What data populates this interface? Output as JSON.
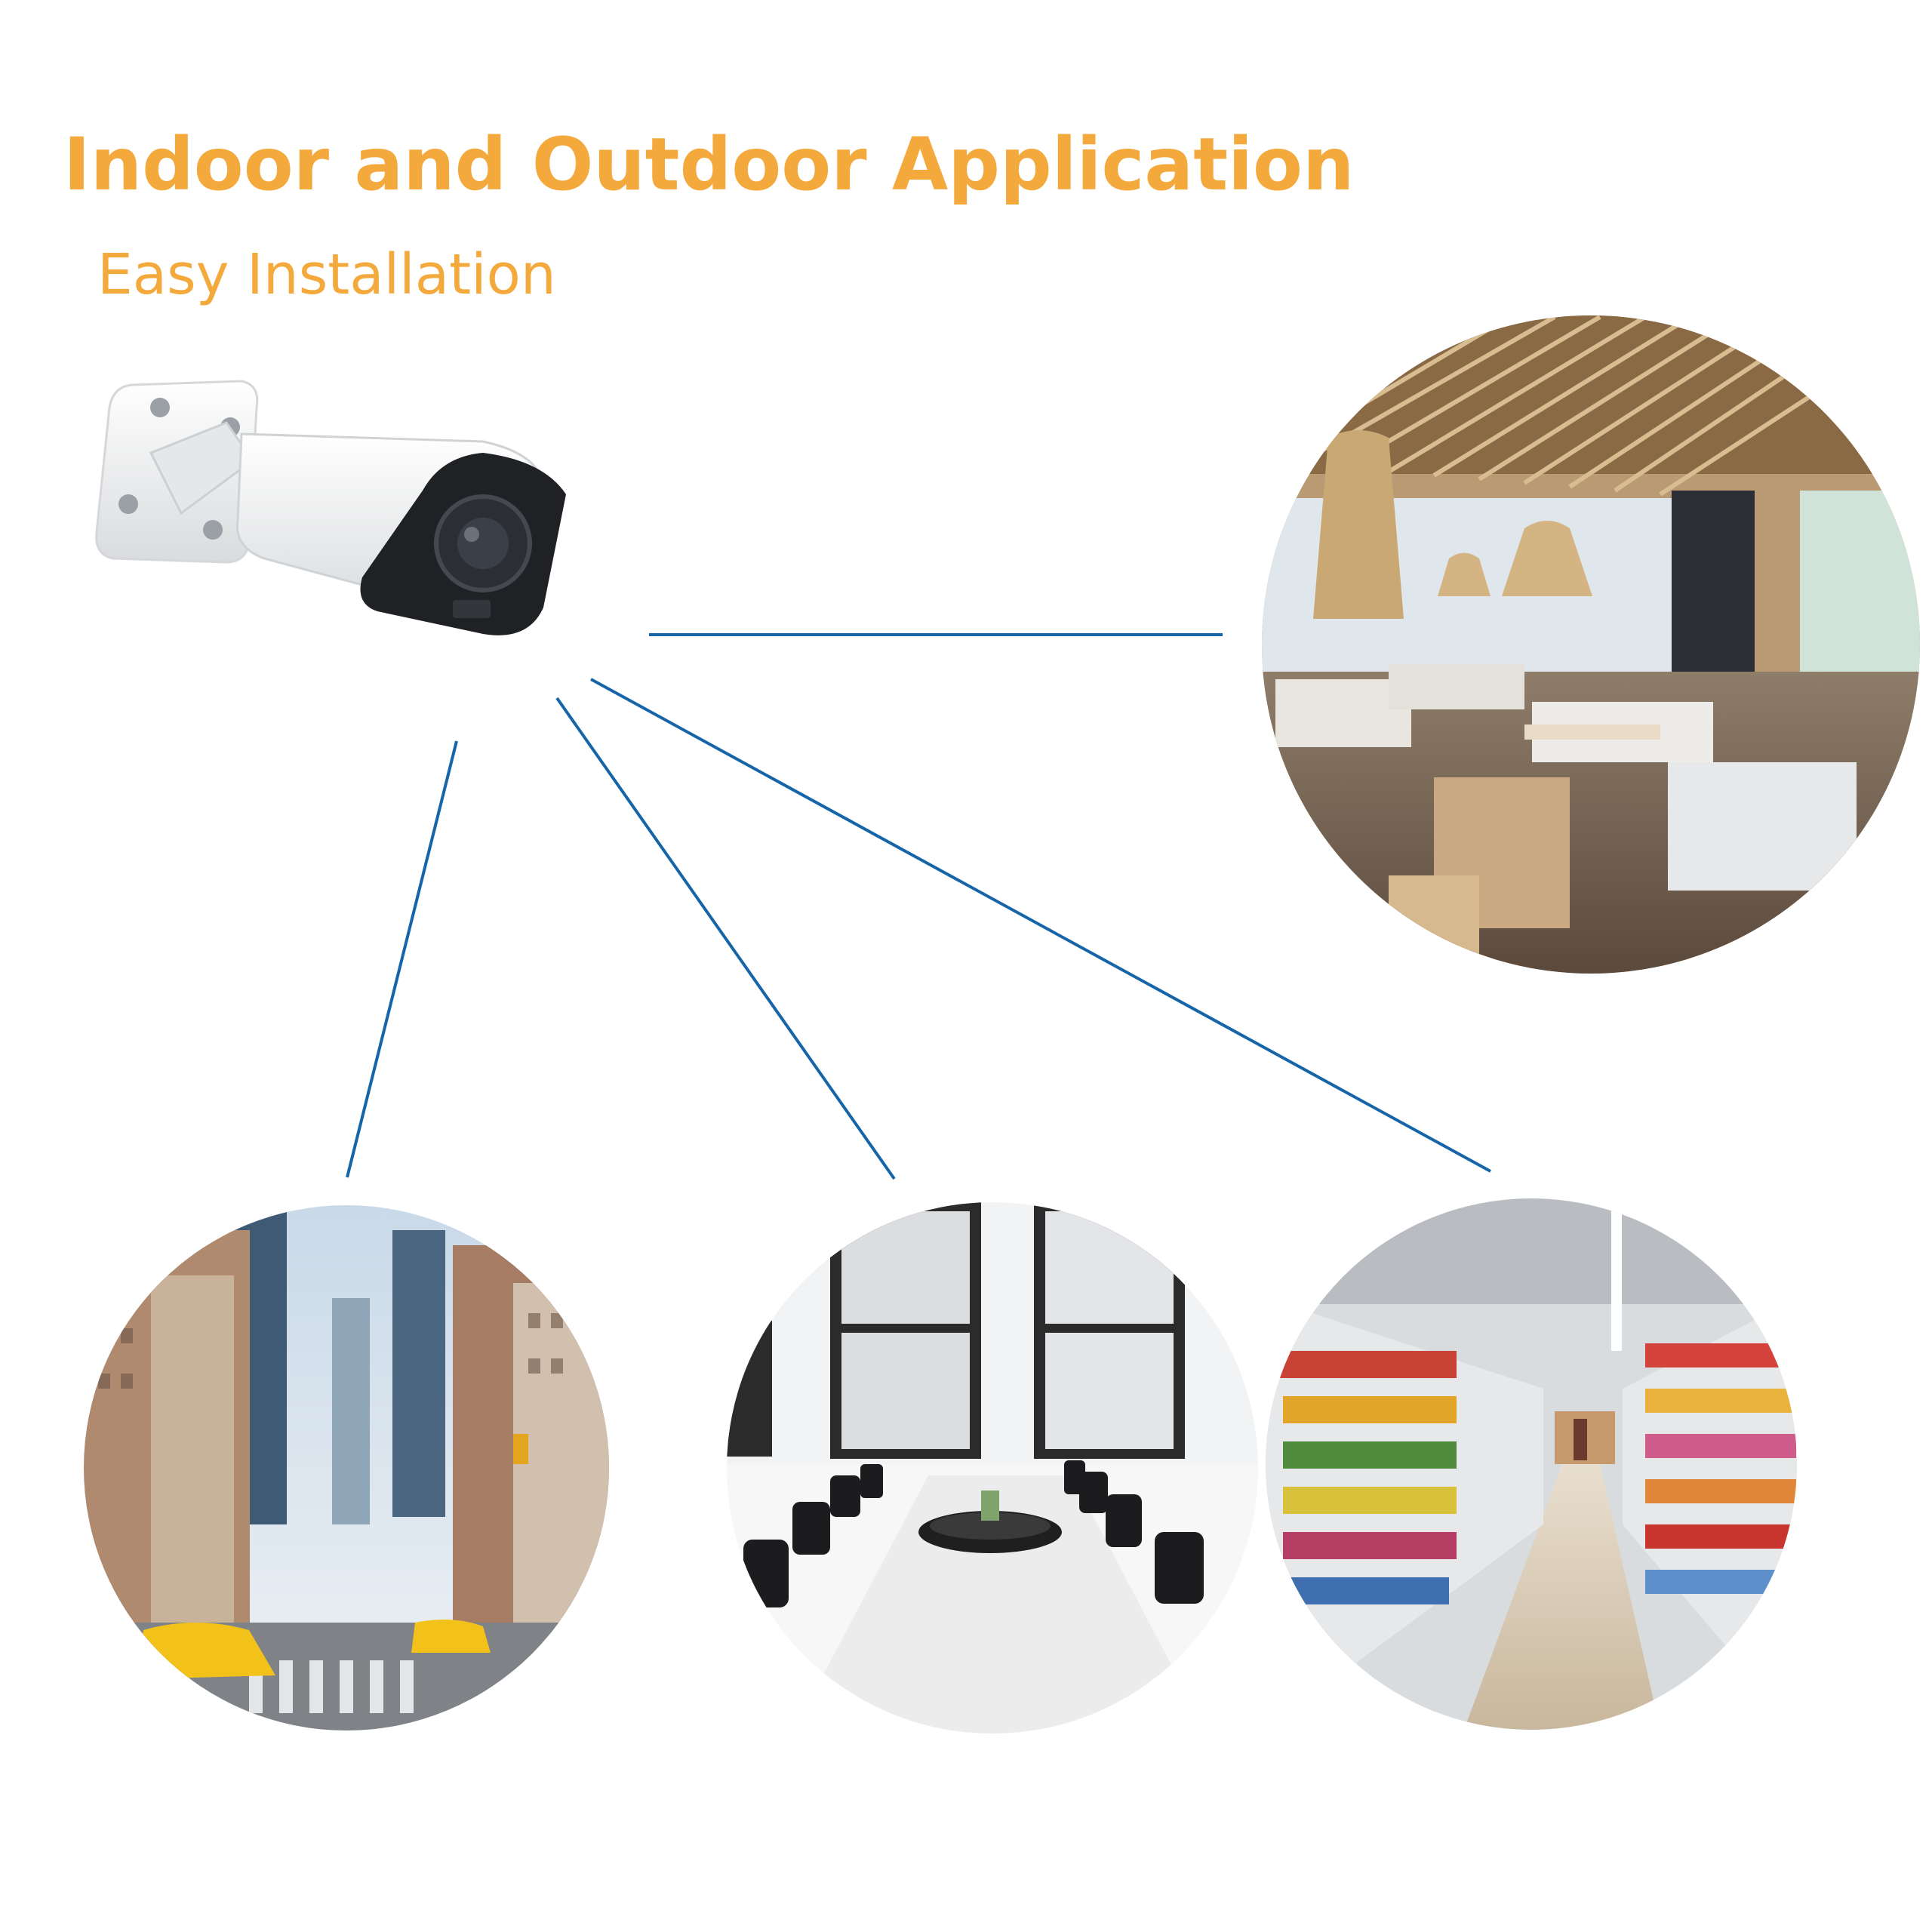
{
  "header": {
    "title": "Indoor and Outdoor Application",
    "subtitle": "Easy Installation"
  },
  "colors": {
    "accent": "#f4a93c",
    "connector": "#1565a8"
  },
  "scenes": [
    "camera-icon",
    "lounge-interior-photo",
    "city-street-photo",
    "conference-room-photo",
    "supermarket-aisle-photo"
  ]
}
